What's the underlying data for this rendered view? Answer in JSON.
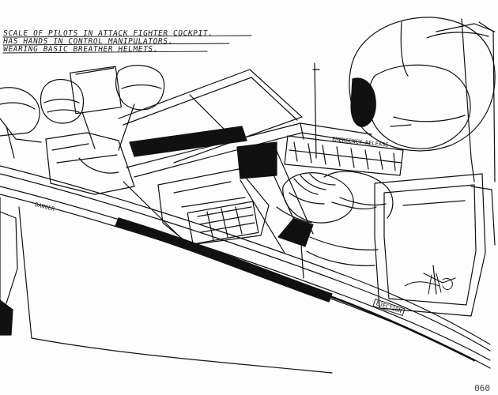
{
  "sketch": {
    "notes": [
      "SCALE OF PILOTS IN ATTACK FIGHTER COCKPIT.",
      "HAS HANDS IN CONTROL MANIPULATORS.",
      "WEARING BASIC BREATHER HELMETS."
    ],
    "stencils": {
      "upper": "EMERGENCY RELEASE",
      "left": "DANGER",
      "lower": "EJECTION"
    },
    "page_number": "060",
    "ink_color": "#111111",
    "paper_color": "#fdfdfd"
  }
}
